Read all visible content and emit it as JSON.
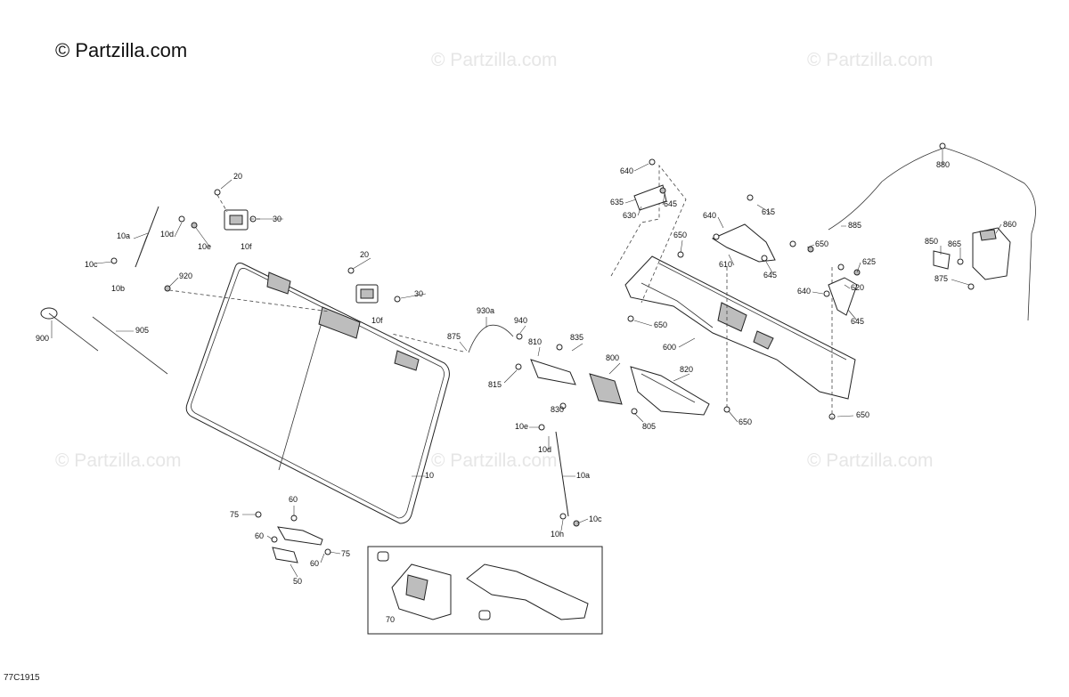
{
  "brand": "© Partzilla.com",
  "watermarks": [
    "© Partzilla.com",
    "© Partzilla.com",
    "© Partzilla.com",
    "© Partzilla.com",
    "© Partzilla.com"
  ],
  "diagram_code": "77C1915",
  "callouts": {
    "c10": "10",
    "c10a_left": "10a",
    "c10b": "10b",
    "c10c_left": "10c",
    "c10d_left": "10d",
    "c10e_left": "10e",
    "c10f_top": "10f",
    "c10f_mid": "10f",
    "c20_top": "20",
    "c20_mid": "20",
    "c30_top": "30",
    "c30_mid": "30",
    "c900": "900",
    "c905": "905",
    "c920": "920",
    "c930a": "930a",
    "c940": "940",
    "c875_left": "875",
    "c810": "810",
    "c835": "835",
    "c815": "815",
    "c800": "800",
    "c830": "830",
    "c820": "820",
    "c805": "805",
    "c10e_right": "10e",
    "c10d_right": "10d",
    "c10a_right": "10a",
    "c10c_right": "10c",
    "c10h": "10h",
    "c60_top": "60",
    "c75_left": "75",
    "c60_left": "60",
    "c60_right": "60",
    "c75_right": "75",
    "c50": "50",
    "c70": "70",
    "c640_top": "640",
    "c635": "635",
    "c630": "630",
    "c645_top": "645",
    "c640_mid": "640",
    "c650_top": "650",
    "c615": "615",
    "c885": "885",
    "c650_mid": "650",
    "c610": "610",
    "c645_mid": "645",
    "c625": "625",
    "c620": "620",
    "c640_low": "640",
    "c645_low": "645",
    "c650_left": "650",
    "c600": "600",
    "c650_bottom": "650",
    "c650_right": "650",
    "c880": "880",
    "c860": "860",
    "c850": "850",
    "c865": "865",
    "c875_right": "875"
  }
}
